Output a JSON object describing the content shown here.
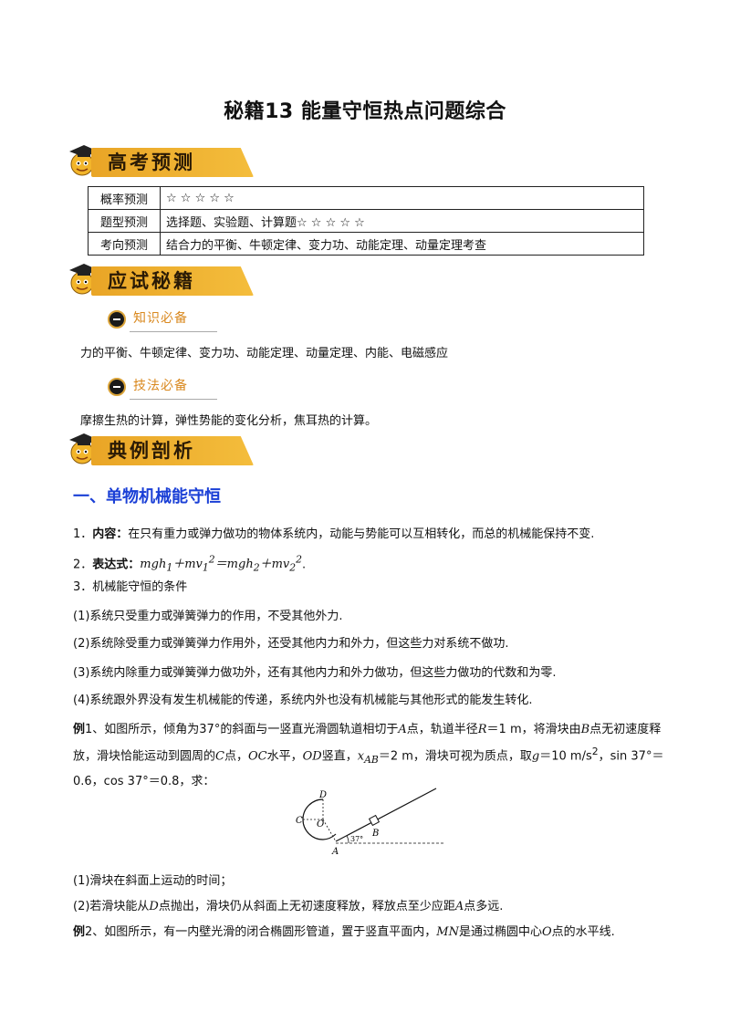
{
  "title": "秘籍13  能量守恒热点问题综合",
  "banners": {
    "gaokao": "高考预测",
    "yingshi": "应试秘籍",
    "dianli": "典例剖析"
  },
  "prediction_table": {
    "rows": [
      {
        "label": "概率预测",
        "value": "☆ ☆ ☆ ☆ ☆"
      },
      {
        "label": "题型预测",
        "value": "选择题、实验题、计算题☆ ☆ ☆ ☆ ☆"
      },
      {
        "label": "考向预测",
        "value": "结合力的平衡、牛顿定律、变力功、动能定理、动量定理考查"
      }
    ]
  },
  "subheads": {
    "zhishi": "知识必备",
    "jifa": "技法必备"
  },
  "zhishi_text": "力的平衡、牛顿定律、变力功、动能定理、动量定理、内能、电磁感应",
  "jifa_text": "摩擦生热的计算，弹性势能的变化分析，焦耳热的计算。",
  "section1": {
    "heading": "一、单物机械能守恒",
    "item1_num": "1．",
    "item1_label": "内容：",
    "item1_text": "在只有重力或弹力做功的物体系统内，动能与势能可以互相转化，而总的机械能保持不变.",
    "item2_num": "2．",
    "item2_label": "表达式：",
    "item3": "3．机械能守恒的条件",
    "cond1": "(1)系统只受重力或弹簧弹力的作用，不受其他外力.",
    "cond2": "(2)系统除受重力或弹簧弹力作用外，还受其他内力和外力，但这些力对系统不做功.",
    "cond3": "(3)系统内除重力或弹簧弹力做功外，还有其他内力和外力做功，但这些力做功的代数和为零.",
    "cond4": "(4)系统跟外界没有发生机械能的传递，系统内外也没有机械能与其他形式的能发生转化."
  },
  "example1": {
    "label": "例",
    "intro": "1、如图所示，倾角为37°的斜面与一竖直光滑圆轨道相切于",
    "q1": "(1)滑块在斜面上运动的时间；",
    "q2a": "(2)若滑块能从",
    "q2b": "点抛出，滑块仍从斜面上无初速度释放，释放点至少应距",
    "q2c": "点多远."
  },
  "example2": {
    "label": "例",
    "text": "2、如图所示，有一内壁光滑的闭合椭圆形管道，置于竖直平面内，",
    "tail": "是通过椭圆中心",
    "tail2": "点的水平线."
  },
  "figure": {
    "labels": [
      "D",
      "C",
      "O",
      "B",
      "A",
      "37°"
    ]
  }
}
